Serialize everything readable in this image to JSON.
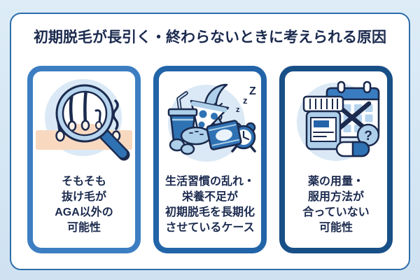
{
  "page": {
    "title": "初期脱毛が長引く・終わらないときに考えられる原因",
    "colors": {
      "background": "#d5e6f3",
      "panel_border": "#2d6da9",
      "text_navy": "#1b2a4e",
      "light_blue_fill": "#aecfe9",
      "medium_blue_fill": "#2f72b4",
      "illustration_circle_bg": "#dbe9f6",
      "skin_tone": "#f8d9c0"
    }
  },
  "cards": [
    {
      "icon": "magnifier-scalp-icon",
      "border_color": "#3d7ec2",
      "style": "border-color:#3d7ec2",
      "lines": [
        "そもそも",
        "抜け毛が",
        "AGA以外の",
        "可能性"
      ]
    },
    {
      "icon": "unhealthy-lifestyle-icon",
      "border_color": "#2264a8",
      "style": "border-color:#2264a8",
      "zzz": [
        "z",
        "z",
        "Z"
      ],
      "lines": [
        "生活習慣の乱れ・",
        "栄養不足が",
        "初期脱毛を長期化",
        "させているケース"
      ]
    },
    {
      "icon": "medication-calendar-icon",
      "border_color": "#174f87",
      "style": "border-color:#174f87",
      "question_mark": "?",
      "lines": [
        "薬の用量・",
        "服用方法が",
        "合っていない",
        "可能性"
      ]
    }
  ]
}
